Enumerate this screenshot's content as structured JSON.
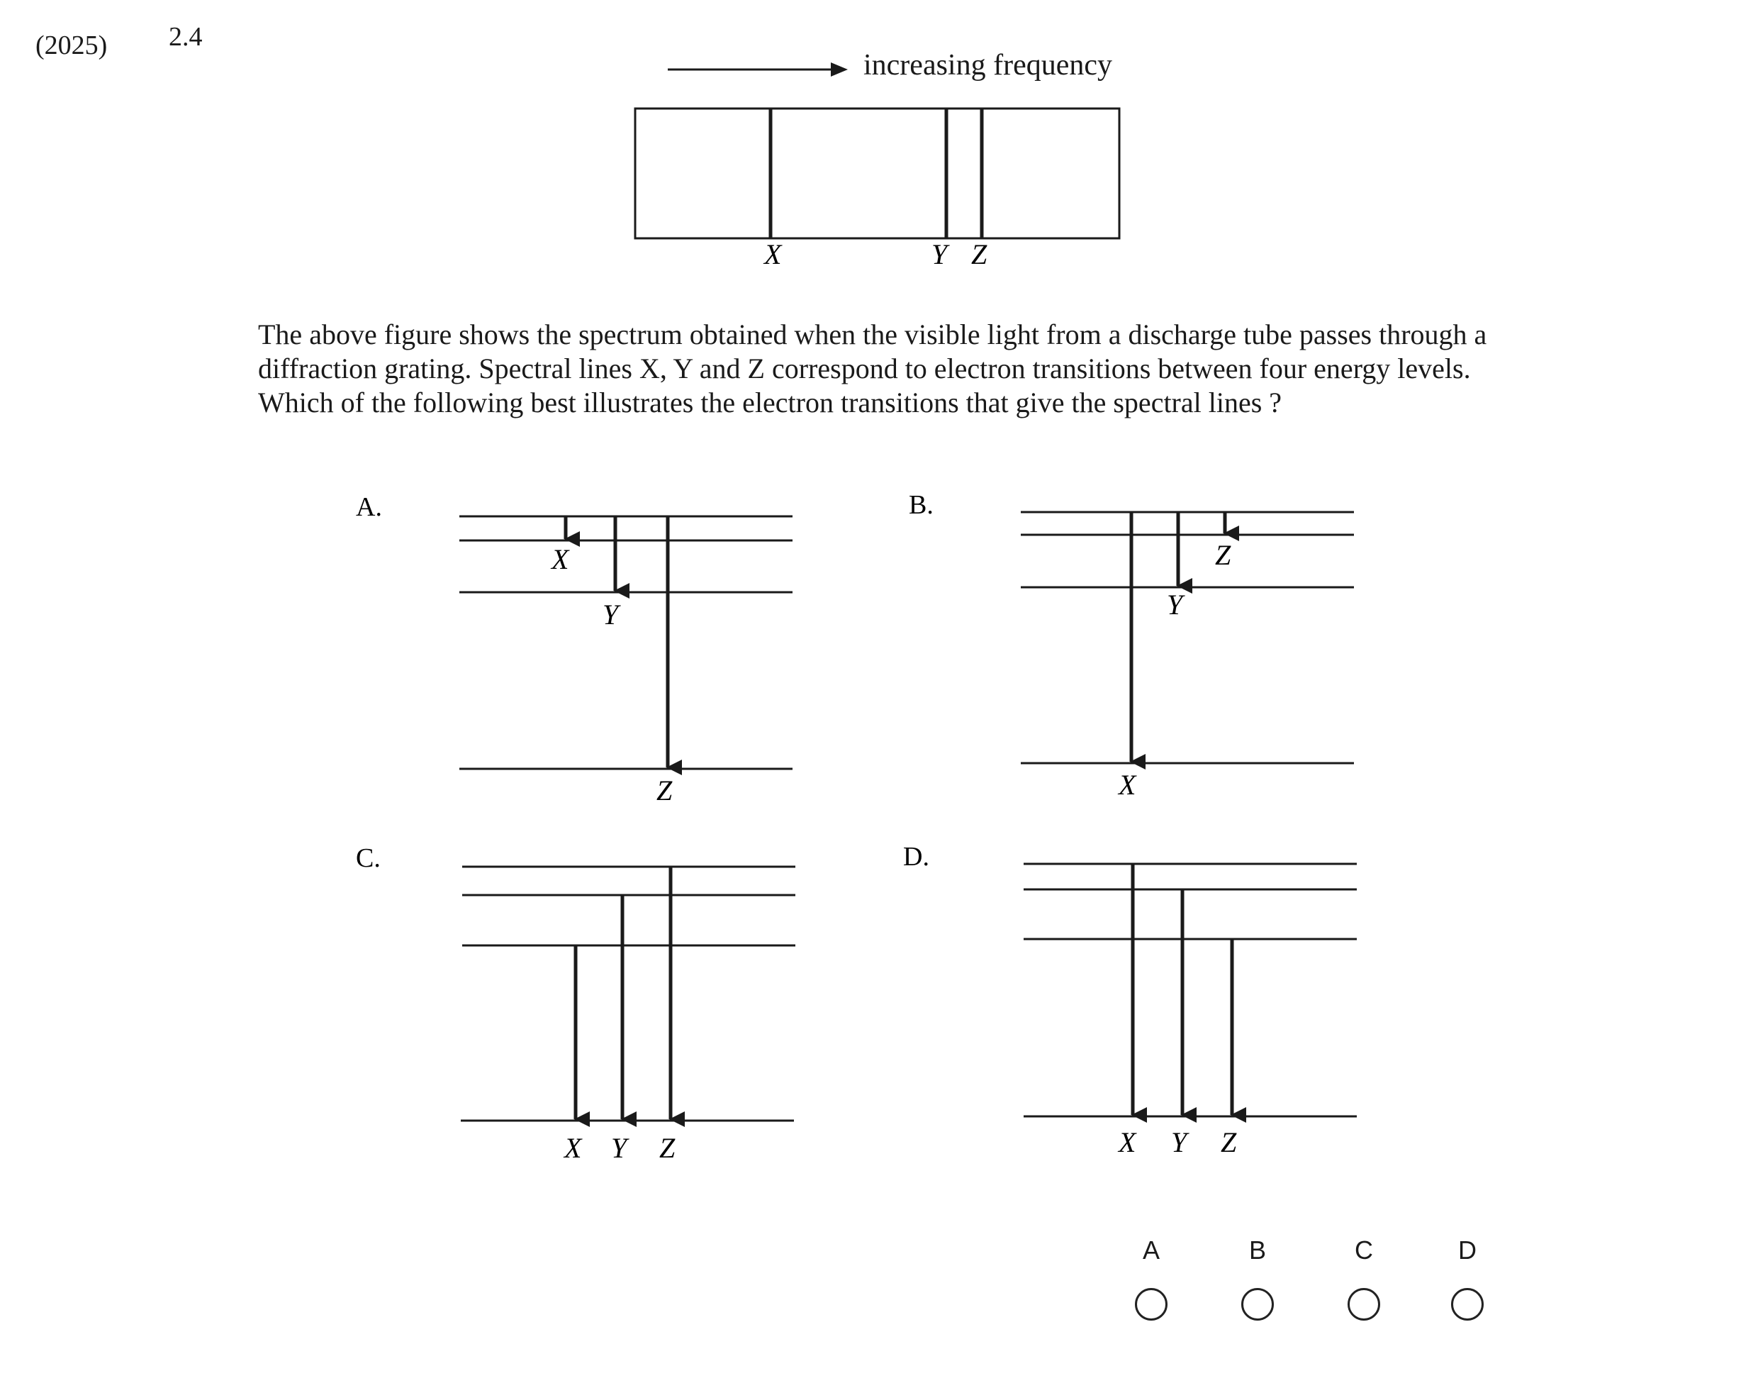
{
  "header": {
    "code": "(2025)",
    "question_number": "2.4"
  },
  "spectrum": {
    "arrow_label": "increasing frequency",
    "line_labels": [
      "X",
      "Y",
      "Z"
    ]
  },
  "question_text": [
    "The above figure shows the spectrum obtained when the visible light from a discharge tube passes through a",
    "diffraction grating.  Spectral lines X, Y and Z correspond to electron transitions between four energy levels.",
    "Which of the following best illustrates the electron transitions that give the spectral lines ?"
  ],
  "options": [
    {
      "letter": "A.",
      "labels": [
        "X",
        "Y",
        "Z"
      ]
    },
    {
      "letter": "B.",
      "labels": [
        "Z",
        "Y",
        "X"
      ]
    },
    {
      "letter": "C.",
      "labels": [
        "X",
        "Y",
        "Z"
      ]
    },
    {
      "letter": "D.",
      "labels": [
        "X",
        "Y",
        "Z"
      ]
    }
  ],
  "answer_choices": [
    "A",
    "B",
    "C",
    "D"
  ]
}
